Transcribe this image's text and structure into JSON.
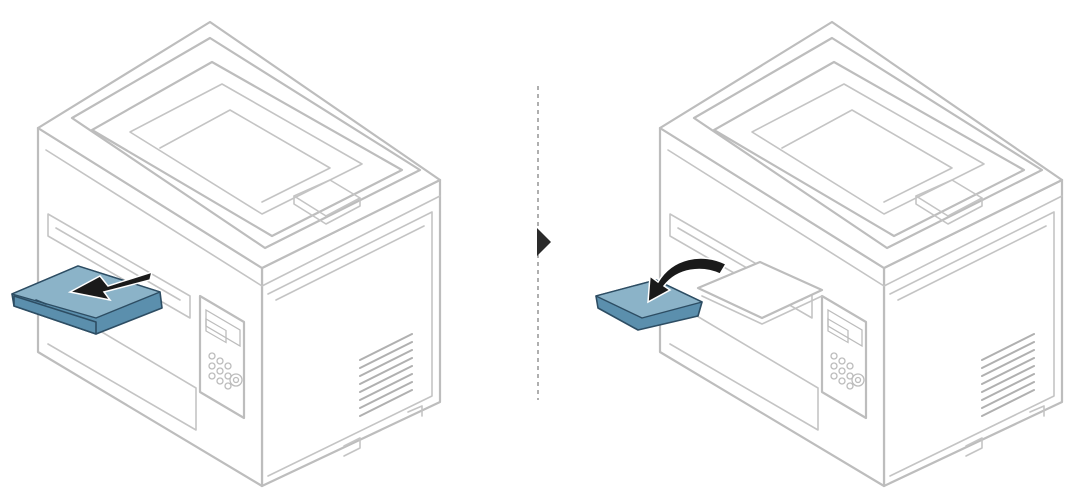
{
  "figure": {
    "kind": "printer-tray-extension-illustration",
    "panels": [
      {
        "id": "step-1",
        "action": "pull-out-output-tray-extension"
      },
      {
        "id": "step-2",
        "action": "unfold-output-tray-extension"
      }
    ],
    "colors": {
      "printer_outline": "#bdbdbd",
      "tray_fill": "#5b8fad",
      "tray_edge": "#2d4d63",
      "arrow": "#1a1a1a",
      "divider": "#7a7a7a",
      "step_marker": "#2a2a2a"
    },
    "icons": [
      "printer-illustration",
      "curved-arrow-icon",
      "next-step-triangle-icon"
    ]
  }
}
